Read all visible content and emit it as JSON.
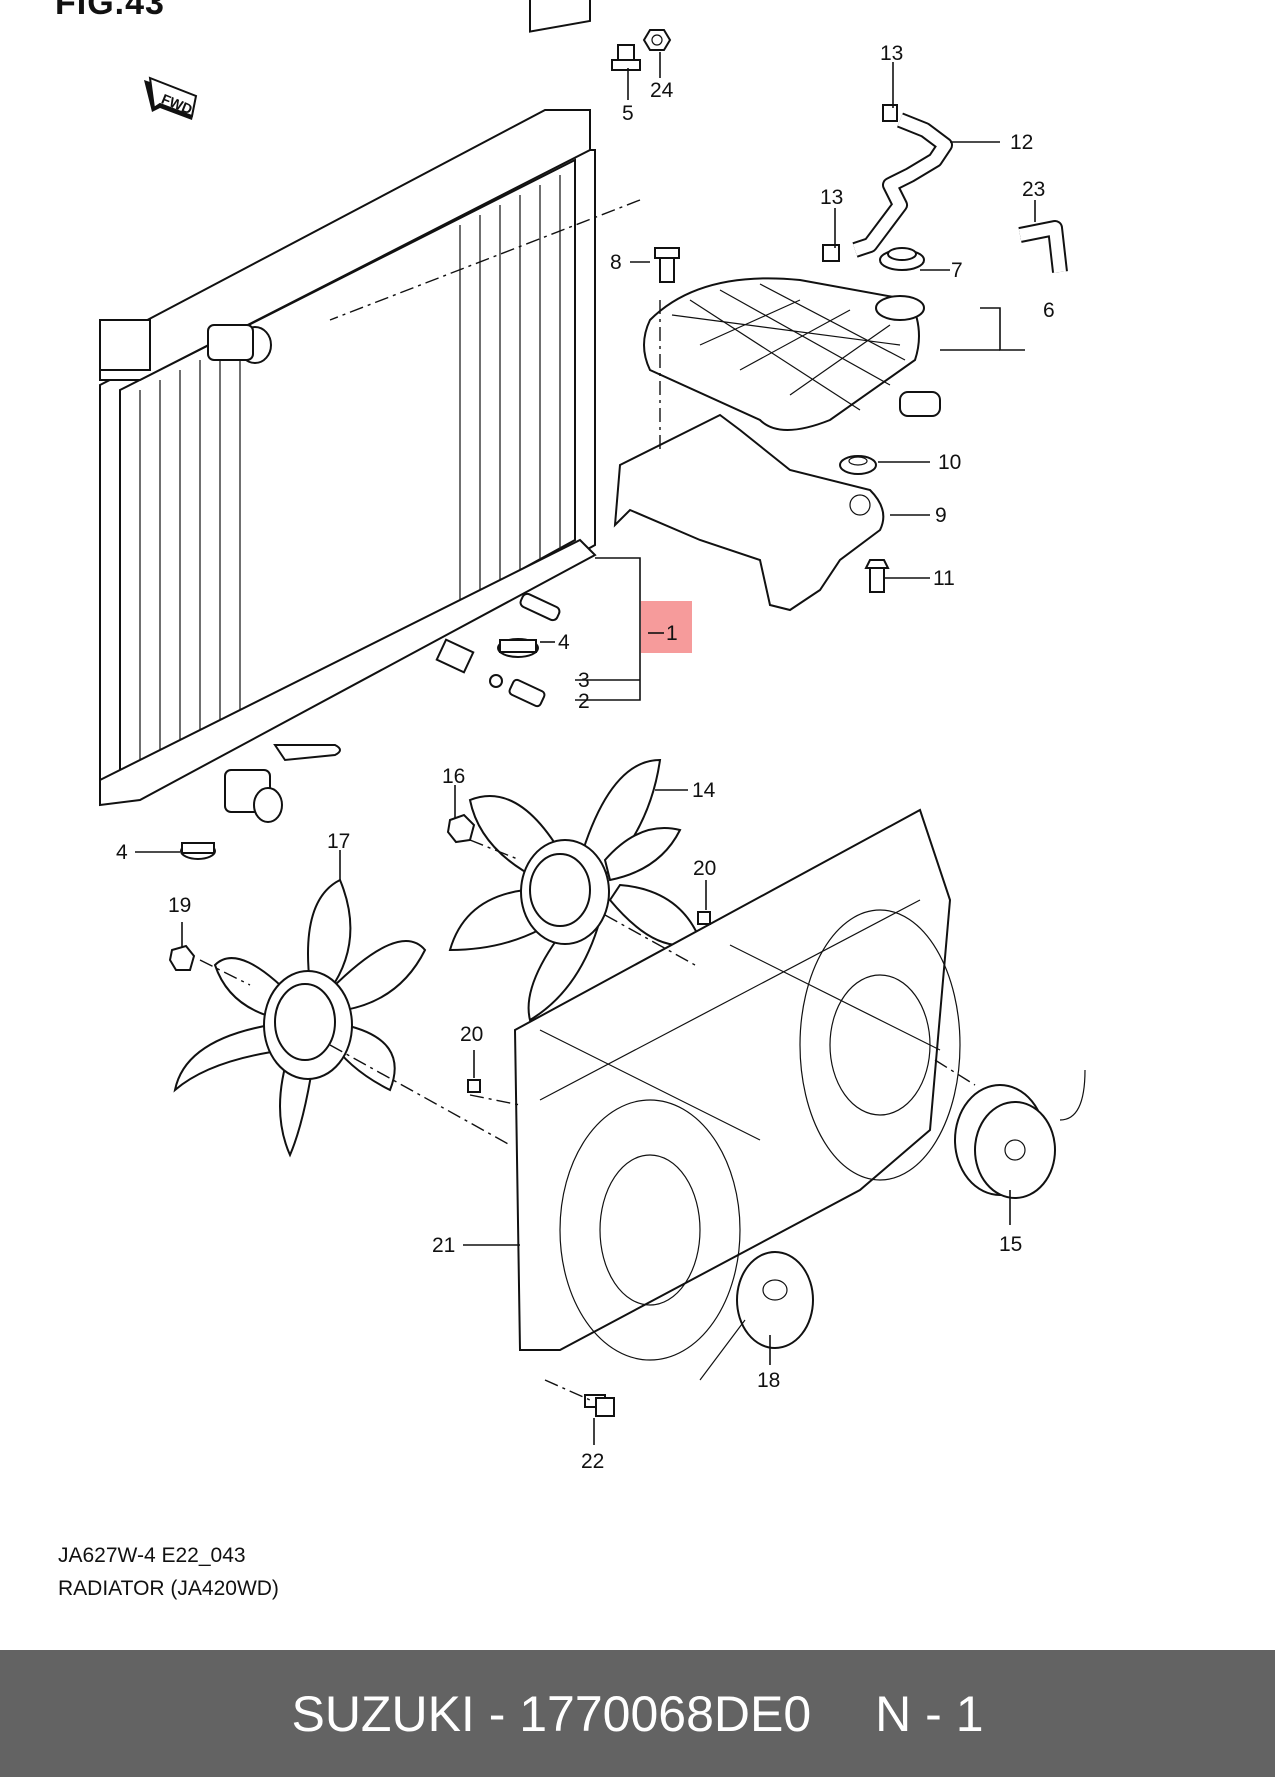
{
  "figure": {
    "title": "FIG.43",
    "code": "JA627W-4 E22_043",
    "name": "RADIATOR (JA420WD)"
  },
  "fwd_label": "FWD",
  "highlight_color": "#f48a8a",
  "part_labels": [
    "1",
    "2",
    "3",
    "4",
    "4",
    "5",
    "6",
    "7",
    "8",
    "9",
    "10",
    "11",
    "12",
    "13",
    "13",
    "14",
    "15",
    "16",
    "17",
    "18",
    "19",
    "20",
    "20",
    "21",
    "22",
    "23",
    "24"
  ],
  "footer": {
    "brand_part": "SUZUKI - 1770068DE0",
    "qty": "N - 1"
  }
}
